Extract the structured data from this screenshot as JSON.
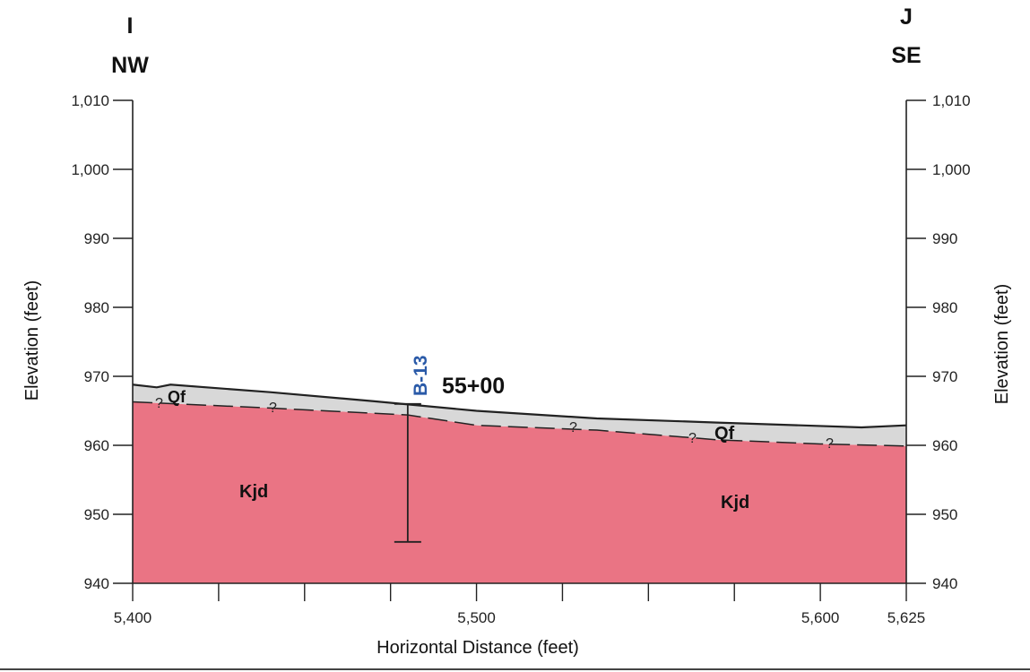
{
  "section": {
    "left_marker": {
      "letter": "I",
      "direction": "NW"
    },
    "right_marker": {
      "letter": "J",
      "direction": "SE"
    },
    "y_axis_title": "Elevation (feet)",
    "x_axis_title": "Horizontal Distance (feet)",
    "y_ticks": [
      "940",
      "950",
      "960",
      "970",
      "980",
      "990",
      "1,000",
      "1,010"
    ],
    "y_tick_values": [
      940,
      950,
      960,
      970,
      980,
      990,
      1000,
      1010
    ],
    "x_tick_labels": [
      {
        "value": 5400,
        "text": "5,400"
      },
      {
        "value": 5500,
        "text": "5,500"
      },
      {
        "value": 5600,
        "text": "5,600"
      },
      {
        "value": 5625,
        "text": "5,625"
      }
    ],
    "x_minor_ticks": [
      5425,
      5450,
      5475,
      5525,
      5550,
      5575
    ],
    "x_range": [
      5400,
      5625
    ],
    "y_range": [
      940,
      1010
    ]
  },
  "boring": {
    "label": "B-13",
    "station": "55+00",
    "x": 5480,
    "top_elev": 966,
    "bottom_elev": 946
  },
  "units": {
    "qf_labels": [
      "Qf",
      "Qf"
    ],
    "kjd_labels": [
      "Kjd",
      "Kjd"
    ],
    "query_mark": "?"
  },
  "chart_data": {
    "type": "cross-section",
    "x_unit": "feet",
    "y_unit": "feet",
    "ground_surface": {
      "x": [
        5400,
        5407,
        5411,
        5440,
        5470,
        5500,
        5535,
        5570,
        5612,
        5625
      ],
      "y": [
        968.8,
        968.4,
        968.8,
        967.7,
        966.4,
        965.0,
        963.9,
        963.3,
        962.6,
        962.9
      ]
    },
    "contact_qf_kjd": {
      "x": [
        5400,
        5440,
        5480,
        5500,
        5535,
        5570,
        5600,
        5625
      ],
      "y": [
        966.3,
        965.4,
        964.4,
        962.9,
        962.2,
        960.8,
        960.2,
        959.9
      ],
      "style": "dashed"
    },
    "colors": {
      "Qf": "#d8d8d8",
      "Kjd": "#ea7484",
      "boring_label": "#2a5aa8"
    }
  }
}
